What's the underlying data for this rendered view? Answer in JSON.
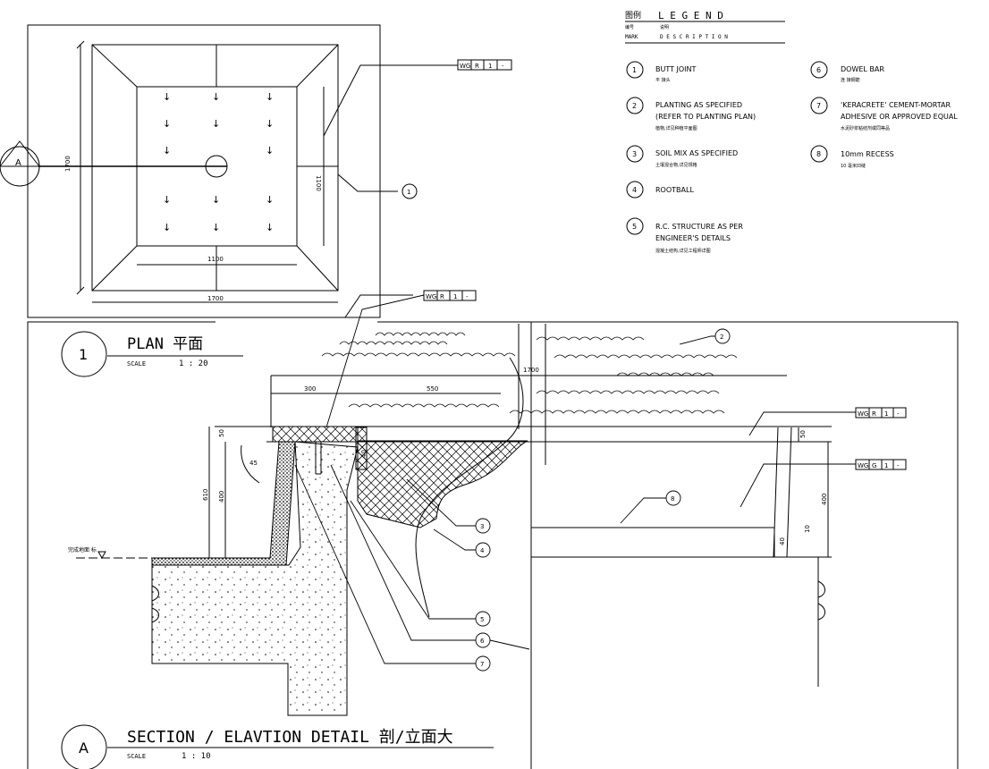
{
  "legend": {
    "title_cn": "图例",
    "title_en": "L E G E N D",
    "mark_cn": "编号",
    "desc_cn": "说明",
    "mark_en": "MARK",
    "desc_en": "D E S C R I P T I O N",
    "items": [
      {
        "num": "1",
        "line1": "BUTT JOINT",
        "line2": "",
        "cn": "平 接头"
      },
      {
        "num": "2",
        "line1": "PLANTING AS SPECIFIED",
        "line2": "(REFER TO PLANTING PLAN)",
        "cn": "植物,详见种植平面图"
      },
      {
        "num": "3",
        "line1": "SOIL MIX AS SPECIFIED",
        "line2": "",
        "cn": "土壤混合物,详见规格"
      },
      {
        "num": "4",
        "line1": "ROOTBALL",
        "line2": "",
        "cn": ""
      },
      {
        "num": "5",
        "line1": "R.C. STRUCTURE AS PER",
        "line2": "ENGINEER'S DETAILS",
        "cn": "混凝土结构,详见工程师详图"
      },
      {
        "num": "6",
        "line1": "DOWEL BAR",
        "line2": "",
        "cn": "连 接钢筋"
      },
      {
        "num": "7",
        "line1": "'KERACRETE' CEMENT-MORTAR",
        "line2": "ADHESIVE OR APPROVED EQUAL",
        "cn": "水泥砂浆粘结剂或同等品"
      },
      {
        "num": "8",
        "line1": "10mm RECESS",
        "line2": "",
        "cn": "10 毫米凹缝"
      }
    ]
  },
  "plan": {
    "number": "1",
    "title": "PLAN 平面",
    "scale_label": "SCALE",
    "scale_value": "1 : 20",
    "dim_outer": "1700",
    "dim_inner": "1100",
    "section_mark": "A",
    "ref_tag": [
      "WG",
      "R",
      "1",
      "-"
    ]
  },
  "section": {
    "number": "A",
    "title": "SECTION / ELAVTION DETAIL 剖/立面大",
    "scale_label": "SCALE",
    "scale_value": "1 : 10",
    "dims": {
      "top_total": "1700",
      "left_a": "300",
      "mid": "550",
      "height_total": "610",
      "height_400": "400",
      "cap_50": "50",
      "right_50": "50",
      "right_400": "400",
      "recess_10": "10",
      "small_40": "40",
      "angle": "45"
    },
    "level_label": "完成地面 标",
    "tags": [
      [
        "WG",
        "R",
        "1",
        "-"
      ],
      [
        "WG",
        "R",
        "1",
        "-"
      ],
      [
        "WG",
        "G",
        "1",
        "-"
      ]
    ]
  },
  "colors": {
    "ink": "#000000",
    "paper": "#ffffff"
  }
}
